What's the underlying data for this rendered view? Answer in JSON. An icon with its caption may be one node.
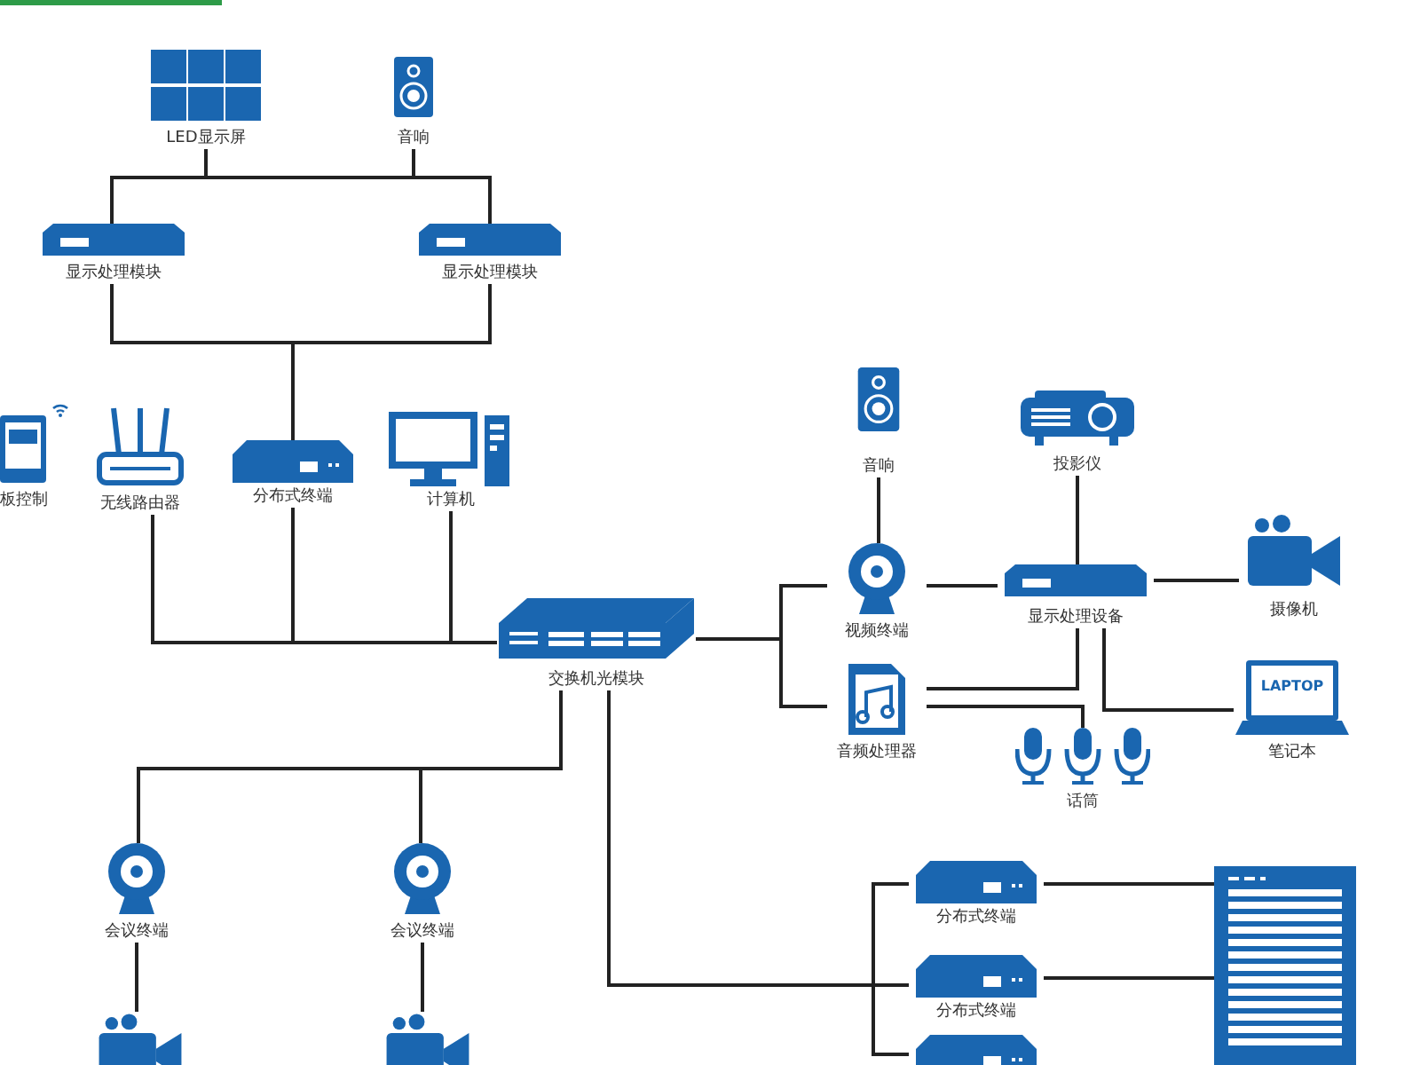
{
  "diagram": {
    "nodes": [
      {
        "text": [
          "LED显示屏"
        ]
      },
      {
        "text": [
          "音响"
        ]
      },
      {
        "text": [
          "显示处理模块"
        ]
      },
      {
        "text": [
          "显示处理模块"
        ]
      },
      {
        "text": [
          "板控制"
        ]
      },
      {
        "text": [
          "无线路由器"
        ]
      },
      {
        "text": [
          "分布式终端"
        ]
      },
      {
        "text": [
          "计算机"
        ]
      },
      {
        "text": [
          "交换机光模块"
        ]
      },
      {
        "text": [
          "音响"
        ]
      },
      {
        "text": [
          "投影仪"
        ]
      },
      {
        "text": [
          "视频终端"
        ]
      },
      {
        "text": [
          "显示处理设备"
        ]
      },
      {
        "text": [
          "摄像机"
        ]
      },
      {
        "text": [
          "音频处理器"
        ]
      },
      {
        "text": [
          "LAPTOP",
          "笔记本"
        ]
      },
      {
        "text": [
          "话筒"
        ]
      },
      {
        "text": [
          "会议终端"
        ]
      },
      {
        "text": [
          "会议终端"
        ]
      },
      {
        "text": [],
        "shape": "picture"
      },
      {
        "text": [],
        "shape": "picture"
      },
      {
        "text": [
          "分布式终端"
        ]
      },
      {
        "text": [
          "分布式终端"
        ]
      },
      {
        "text": [],
        "shape": "picture"
      },
      {
        "text": [],
        "shape": "picture"
      }
    ],
    "edges": [
      {
        "from": 0,
        "to": 2,
        "arrow": "none"
      },
      {
        "from": 0,
        "to": 3,
        "arrow": "none"
      },
      {
        "from": 1,
        "to": 2,
        "arrow": "none"
      },
      {
        "from": 1,
        "to": 3,
        "arrow": "none"
      },
      {
        "from": 2,
        "to": 6,
        "arrow": "none"
      },
      {
        "from": 3,
        "to": 6,
        "arrow": "none"
      },
      {
        "from": 5,
        "to": 8,
        "arrow": "none"
      },
      {
        "from": 6,
        "to": 8,
        "arrow": "none"
      },
      {
        "from": 7,
        "to": 8,
        "arrow": "none"
      },
      {
        "from": 8,
        "to": 11,
        "arrow": "none"
      },
      {
        "from": 8,
        "to": 14,
        "arrow": "none"
      },
      {
        "from": 9,
        "to": 11,
        "arrow": "none"
      },
      {
        "from": 10,
        "to": 12,
        "arrow": "none"
      },
      {
        "from": 11,
        "to": 12,
        "arrow": "none"
      },
      {
        "from": 12,
        "to": 13,
        "arrow": "none"
      },
      {
        "from": 14,
        "to": 12,
        "arrow": "none"
      },
      {
        "from": 12,
        "to": 15,
        "arrow": "none"
      },
      {
        "from": 14,
        "to": 16,
        "arrow": "none"
      },
      {
        "from": 8,
        "to": 17,
        "arrow": "none"
      },
      {
        "from": 8,
        "to": 18,
        "arrow": "none"
      },
      {
        "from": 17,
        "to": 19,
        "arrow": "none"
      },
      {
        "from": 18,
        "to": 20,
        "arrow": "none"
      },
      {
        "from": 8,
        "to": 21,
        "arrow": "none"
      },
      {
        "from": 8,
        "to": 22,
        "arrow": "none"
      },
      {
        "from": 8,
        "to": 23,
        "arrow": "none"
      },
      {
        "from": 21,
        "to": 24,
        "arrow": "none"
      },
      {
        "from": 22,
        "to": 24,
        "arrow": "none"
      }
    ]
  }
}
